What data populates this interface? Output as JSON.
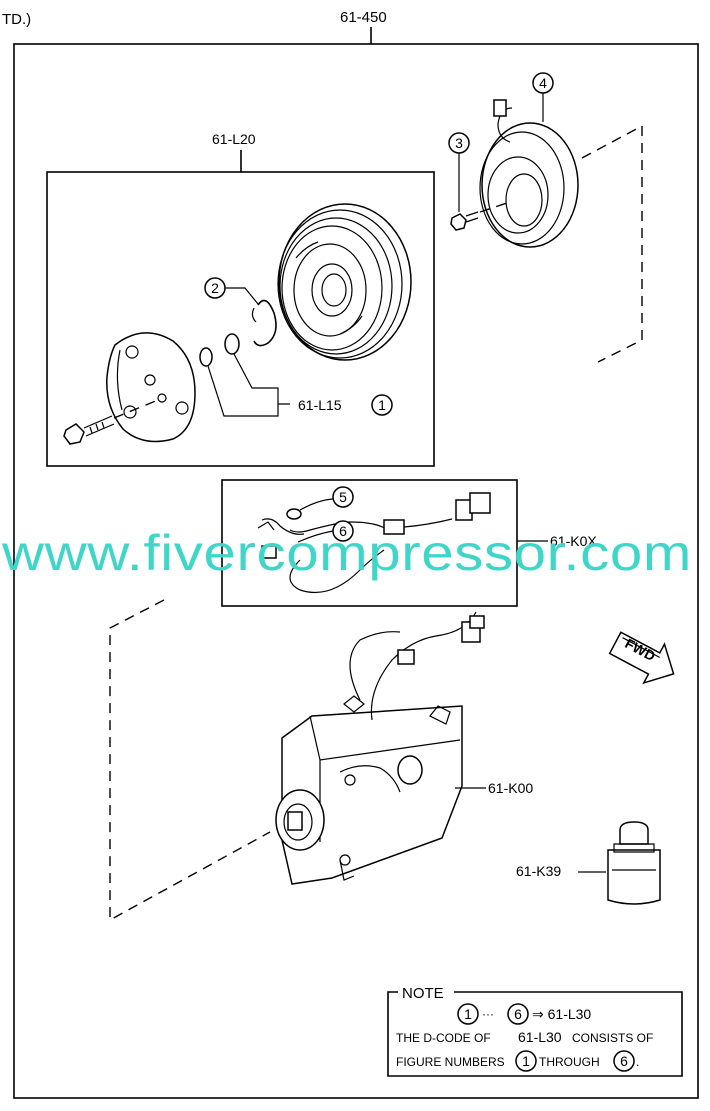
{
  "header": {
    "prefix": "TD.)",
    "assembly_code": "61-450"
  },
  "sub_assemblies": {
    "clutch_kit": "61-L20",
    "shim_set": "61-L15",
    "wiring": "61-K0X",
    "compressor": "61-K00",
    "plug": "61-K39"
  },
  "callouts": [
    "1",
    "2",
    "3",
    "4",
    "5",
    "6"
  ],
  "fwd_label": "FWD",
  "note": {
    "title": "NOTE",
    "range_from": "1",
    "dots": "···",
    "range_to": "6",
    "arrow_target": "⇒ 61-L30",
    "line2_a": "THE D-CODE OF",
    "line2_b": "61-L30",
    "line2_c": "CONSISTS OF",
    "line3_a": "FIGURE NUMBERS",
    "line3_b": "THROUGH",
    "line3_end": "."
  },
  "watermark": "www.fivercompressor.com"
}
